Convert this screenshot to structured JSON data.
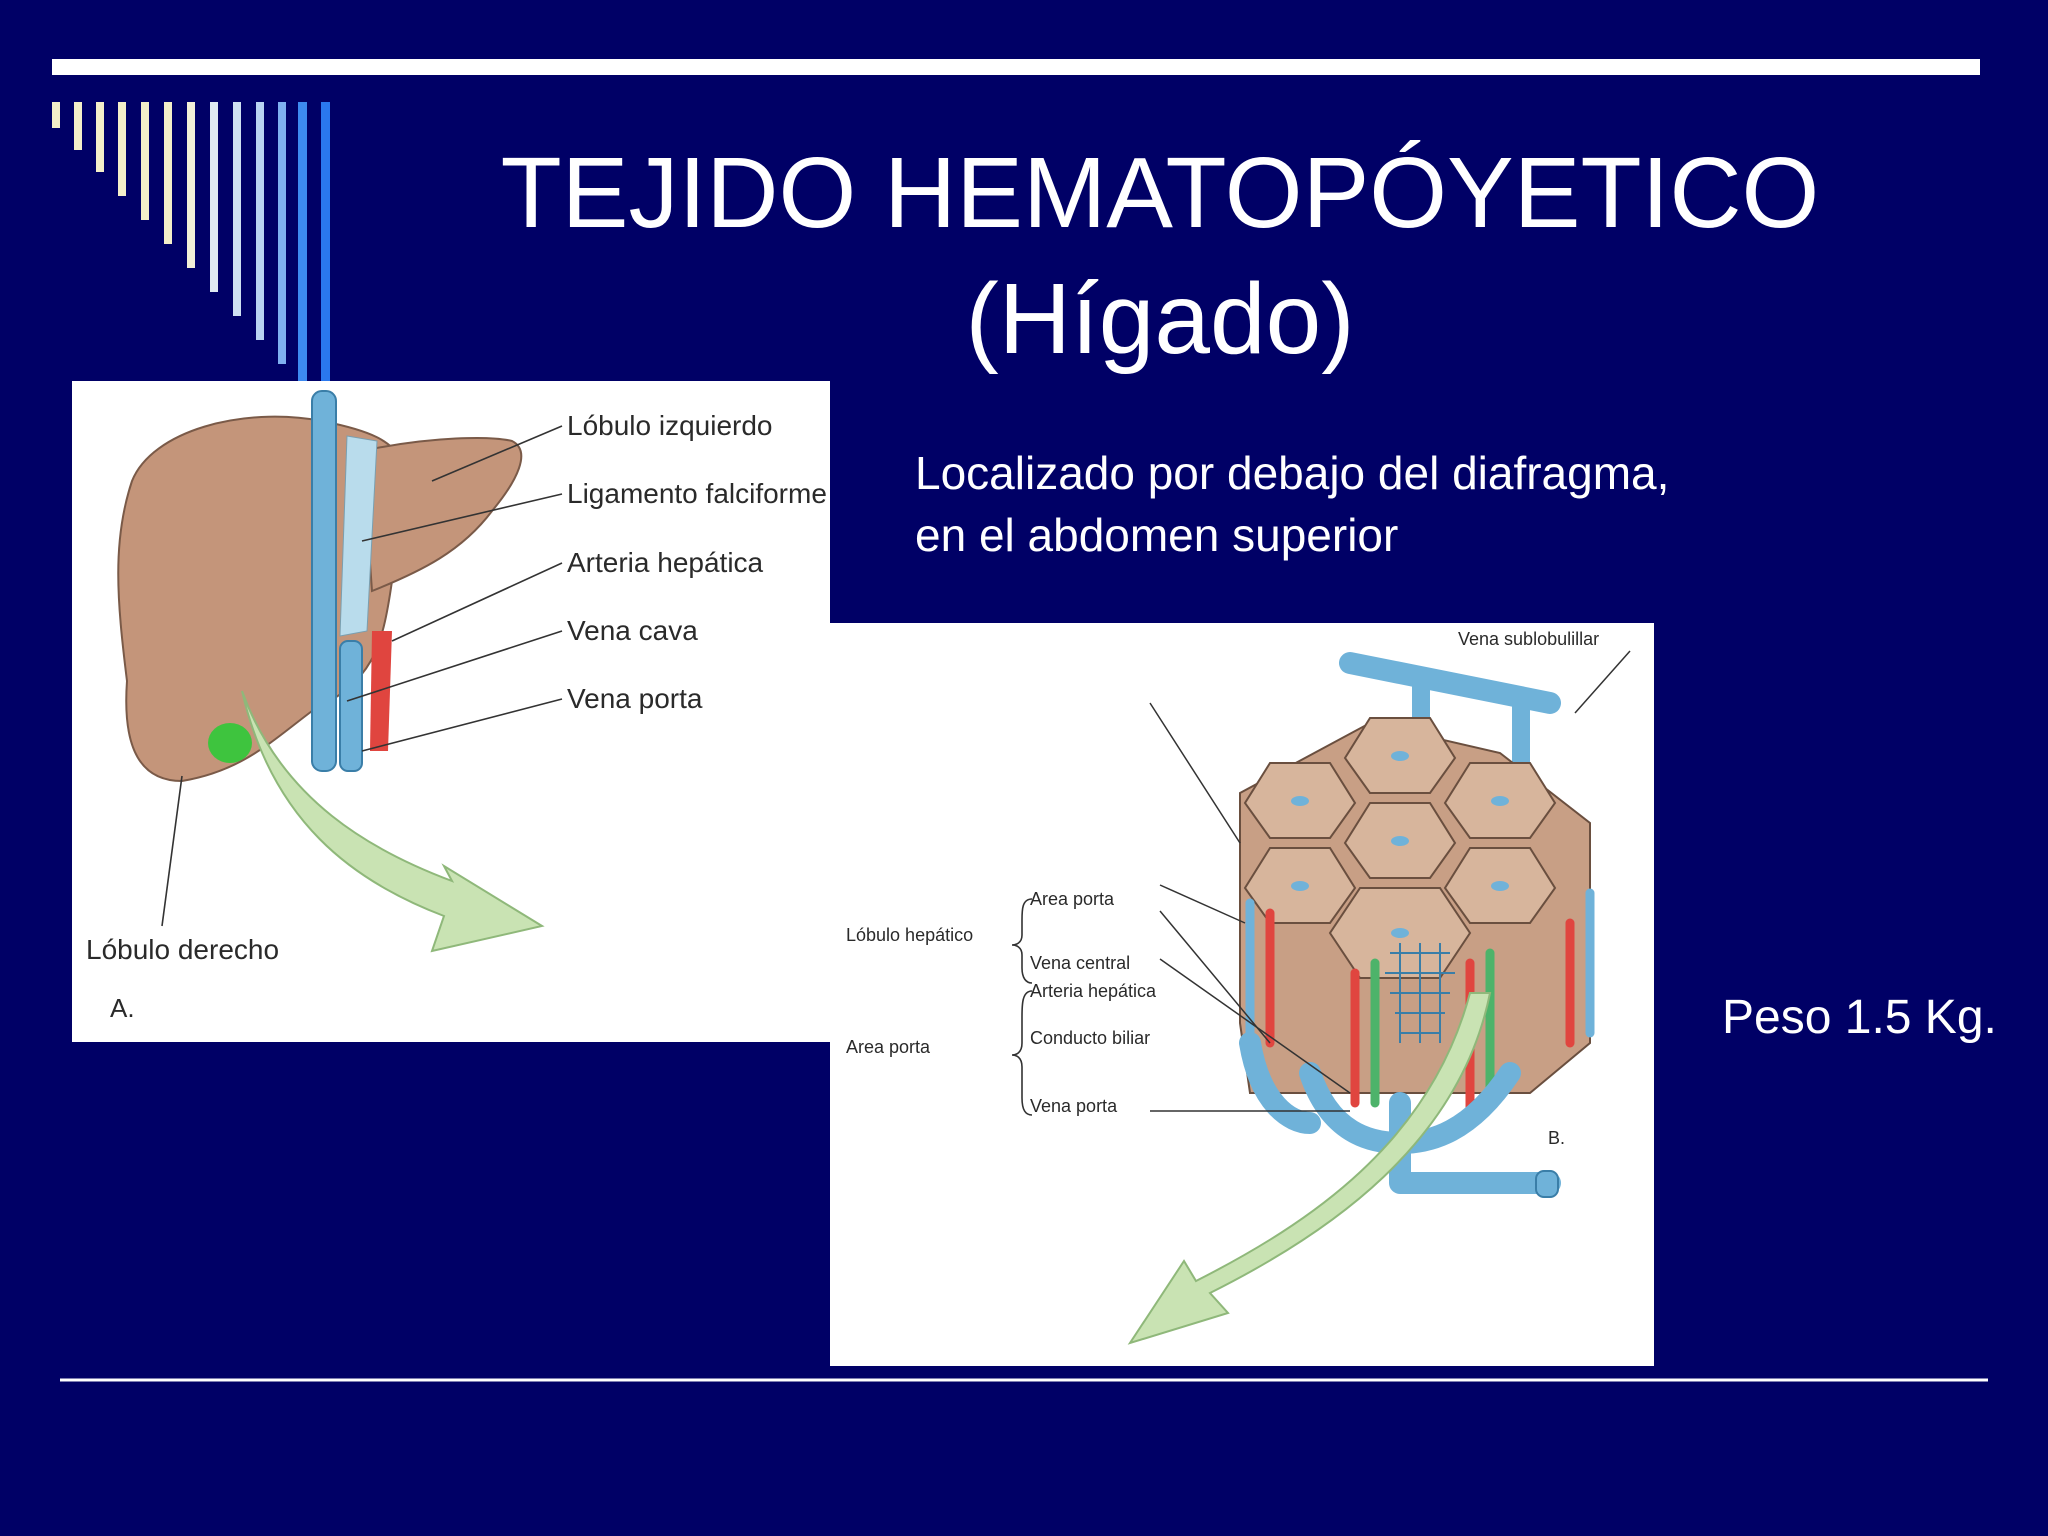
{
  "slide": {
    "title_line1": "TEJIDO  HEMATOPÓYETICO",
    "title_line2": "(Hígado)",
    "description_line1": "Localizado por  debajo del diafragma,",
    "description_line2": "en el abdomen superior",
    "weight": "Peso 1.5 Kg."
  },
  "figure_a": {
    "labels": {
      "left_lobe": "Lóbulo izquierdo",
      "falciform": "Ligamento falciforme",
      "hepatic_artery": "Arteria hepática",
      "vena_cava": "Vena cava",
      "portal_vein": "Vena porta",
      "right_lobe": "Lóbulo derecho",
      "tag": "A."
    }
  },
  "figure_b": {
    "labels": {
      "sublobular_vein": "Vena sublobulillar",
      "hepatic_lobule": "Lóbulo hepático",
      "portal_area_1": "Area porta",
      "central_vein": "Vena central",
      "hepatic_artery": "Arteria hepática",
      "portal_area_2": "Area porta",
      "bile_duct": "Conducto biliar",
      "portal_vein": "Vena porta",
      "tag": "B."
    }
  },
  "colors": {
    "background": "#000066",
    "accent_rule": "#ffffff",
    "liver": "#c4957a",
    "vein_blue": "#6fb2d9",
    "artery_red": "#e0453f",
    "bile_green": "#4db36a",
    "gallbladder": "#3ec43e",
    "arrow_green": "#c9e3b3"
  }
}
